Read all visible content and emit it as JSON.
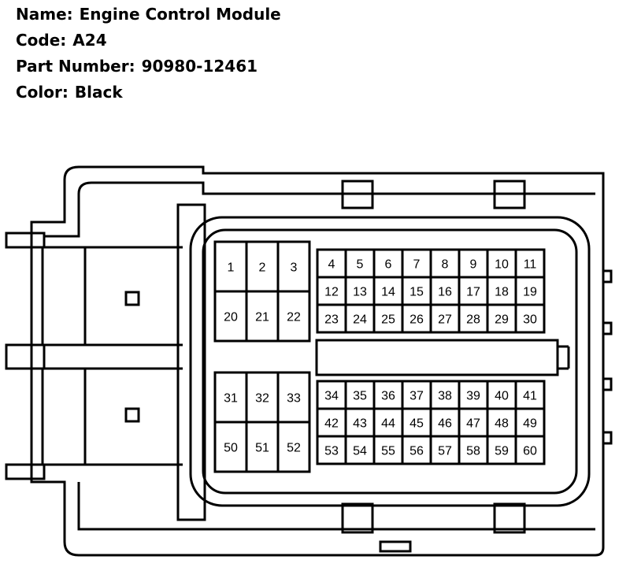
{
  "module": {
    "name_label": "Name:",
    "name_value": "Engine Control Module",
    "code_label": "Code:",
    "code_value": "A24",
    "part_label": "Part Number:",
    "part_value": "90980-12461",
    "color_label": "Color:",
    "color_value": "Black"
  },
  "pins": {
    "left_top": [
      [
        "1",
        "2",
        "3"
      ],
      [
        "20",
        "21",
        "22"
      ]
    ],
    "left_bottom": [
      [
        "31",
        "32",
        "33"
      ],
      [
        "50",
        "51",
        "52"
      ]
    ],
    "right_top": [
      [
        "4",
        "5",
        "6",
        "7",
        "8",
        "9",
        "10",
        "11"
      ],
      [
        "12",
        "13",
        "14",
        "15",
        "16",
        "17",
        "18",
        "19"
      ],
      [
        "23",
        "24",
        "25",
        "26",
        "27",
        "28",
        "29",
        "30"
      ]
    ],
    "right_bottom": [
      [
        "34",
        "35",
        "36",
        "37",
        "38",
        "39",
        "40",
        "41"
      ],
      [
        "42",
        "43",
        "44",
        "45",
        "46",
        "47",
        "48",
        "49"
      ],
      [
        "53",
        "54",
        "55",
        "56",
        "57",
        "58",
        "59",
        "60"
      ]
    ]
  },
  "colors": {
    "stroke": "#000000",
    "background": "#ffffff"
  }
}
